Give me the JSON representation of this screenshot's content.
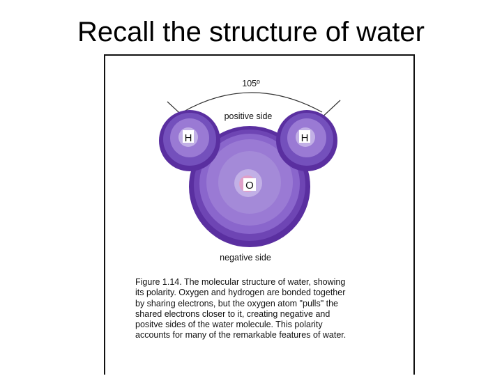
{
  "slide": {
    "title": "Recall the structure of water"
  },
  "figure": {
    "angle_label": "105º",
    "positive_label": "positive side",
    "negative_label": "negative side",
    "hydrogen_left_label": "H",
    "hydrogen_right_label": "H",
    "oxygen_label": "O",
    "caption_lines": [
      "Figure 1.14.  The molecular structure of water, showing",
      "its polarity.  Oxygen and hydrogen are bonded together",
      "by sharing electrons, but the oxygen atom \"pulls\" the",
      "shared electrons closer to it, creating negative and",
      "positve sides of the water molecule.  This polarity",
      "accounts for many of the remarkable features of water."
    ]
  },
  "colors": {
    "outer_shell": "#5a2fa0",
    "mid_shell": "#8a66cc",
    "inner_shell": "#a48ad8",
    "core": "#c2b0e6",
    "nucleus": "#e0a0c8"
  }
}
